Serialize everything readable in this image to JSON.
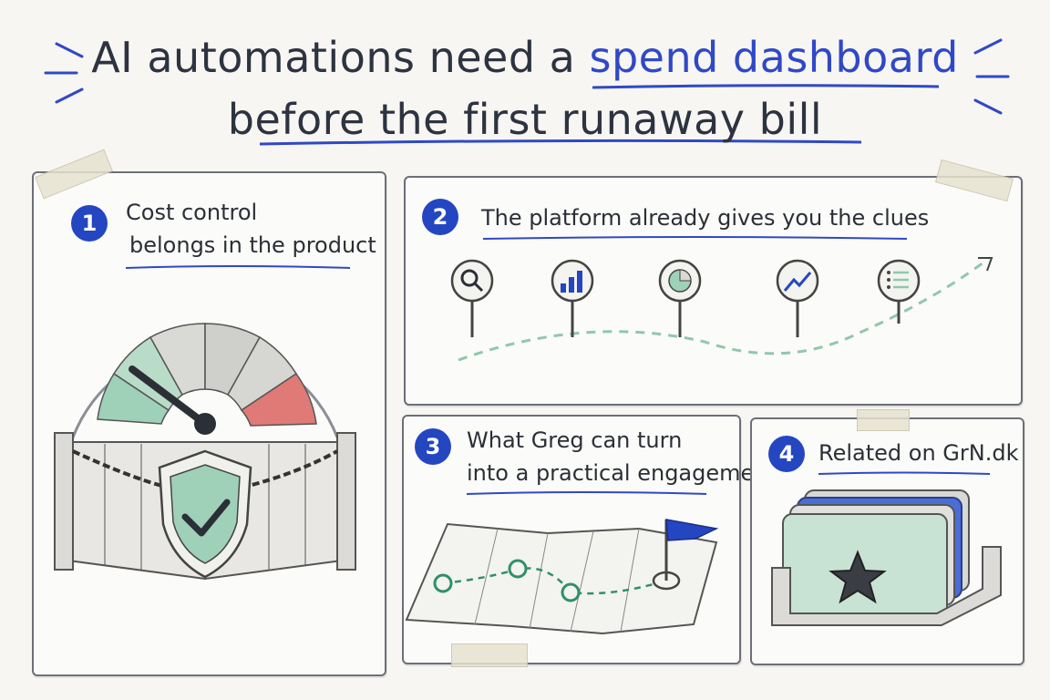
{
  "title": {
    "line1_part1": "AI automations need a ",
    "line1_highlight": "spend dashboard",
    "line2": "before the first runaway bill"
  },
  "panels": [
    {
      "number": "1",
      "line1": "Cost control",
      "line2": "belongs in the product",
      "icons": [
        "gauge-icon",
        "shield-check-icon",
        "chained-fence-icon"
      ]
    },
    {
      "number": "2",
      "line1": "The platform already gives you the clues",
      "icons": [
        "magnifier-sign-icon",
        "bar-chart-sign-icon",
        "pie-chart-sign-icon",
        "trend-line-sign-icon",
        "checklist-sign-icon",
        "winding-path-arrow-icon"
      ]
    },
    {
      "number": "3",
      "line1": "What Greg can turn",
      "line2": "into a practical engagement",
      "icons": [
        "folded-map-icon",
        "flag-icon"
      ]
    },
    {
      "number": "4",
      "line1": "Related on GrN.dk",
      "icons": [
        "card-box-icon",
        "star-icon"
      ]
    }
  ],
  "colors": {
    "accent": "#2446c1",
    "title_highlight": "#2f49c6",
    "green": "#8fc8ad",
    "red": "#d9534f",
    "ink": "#2b2f36"
  }
}
